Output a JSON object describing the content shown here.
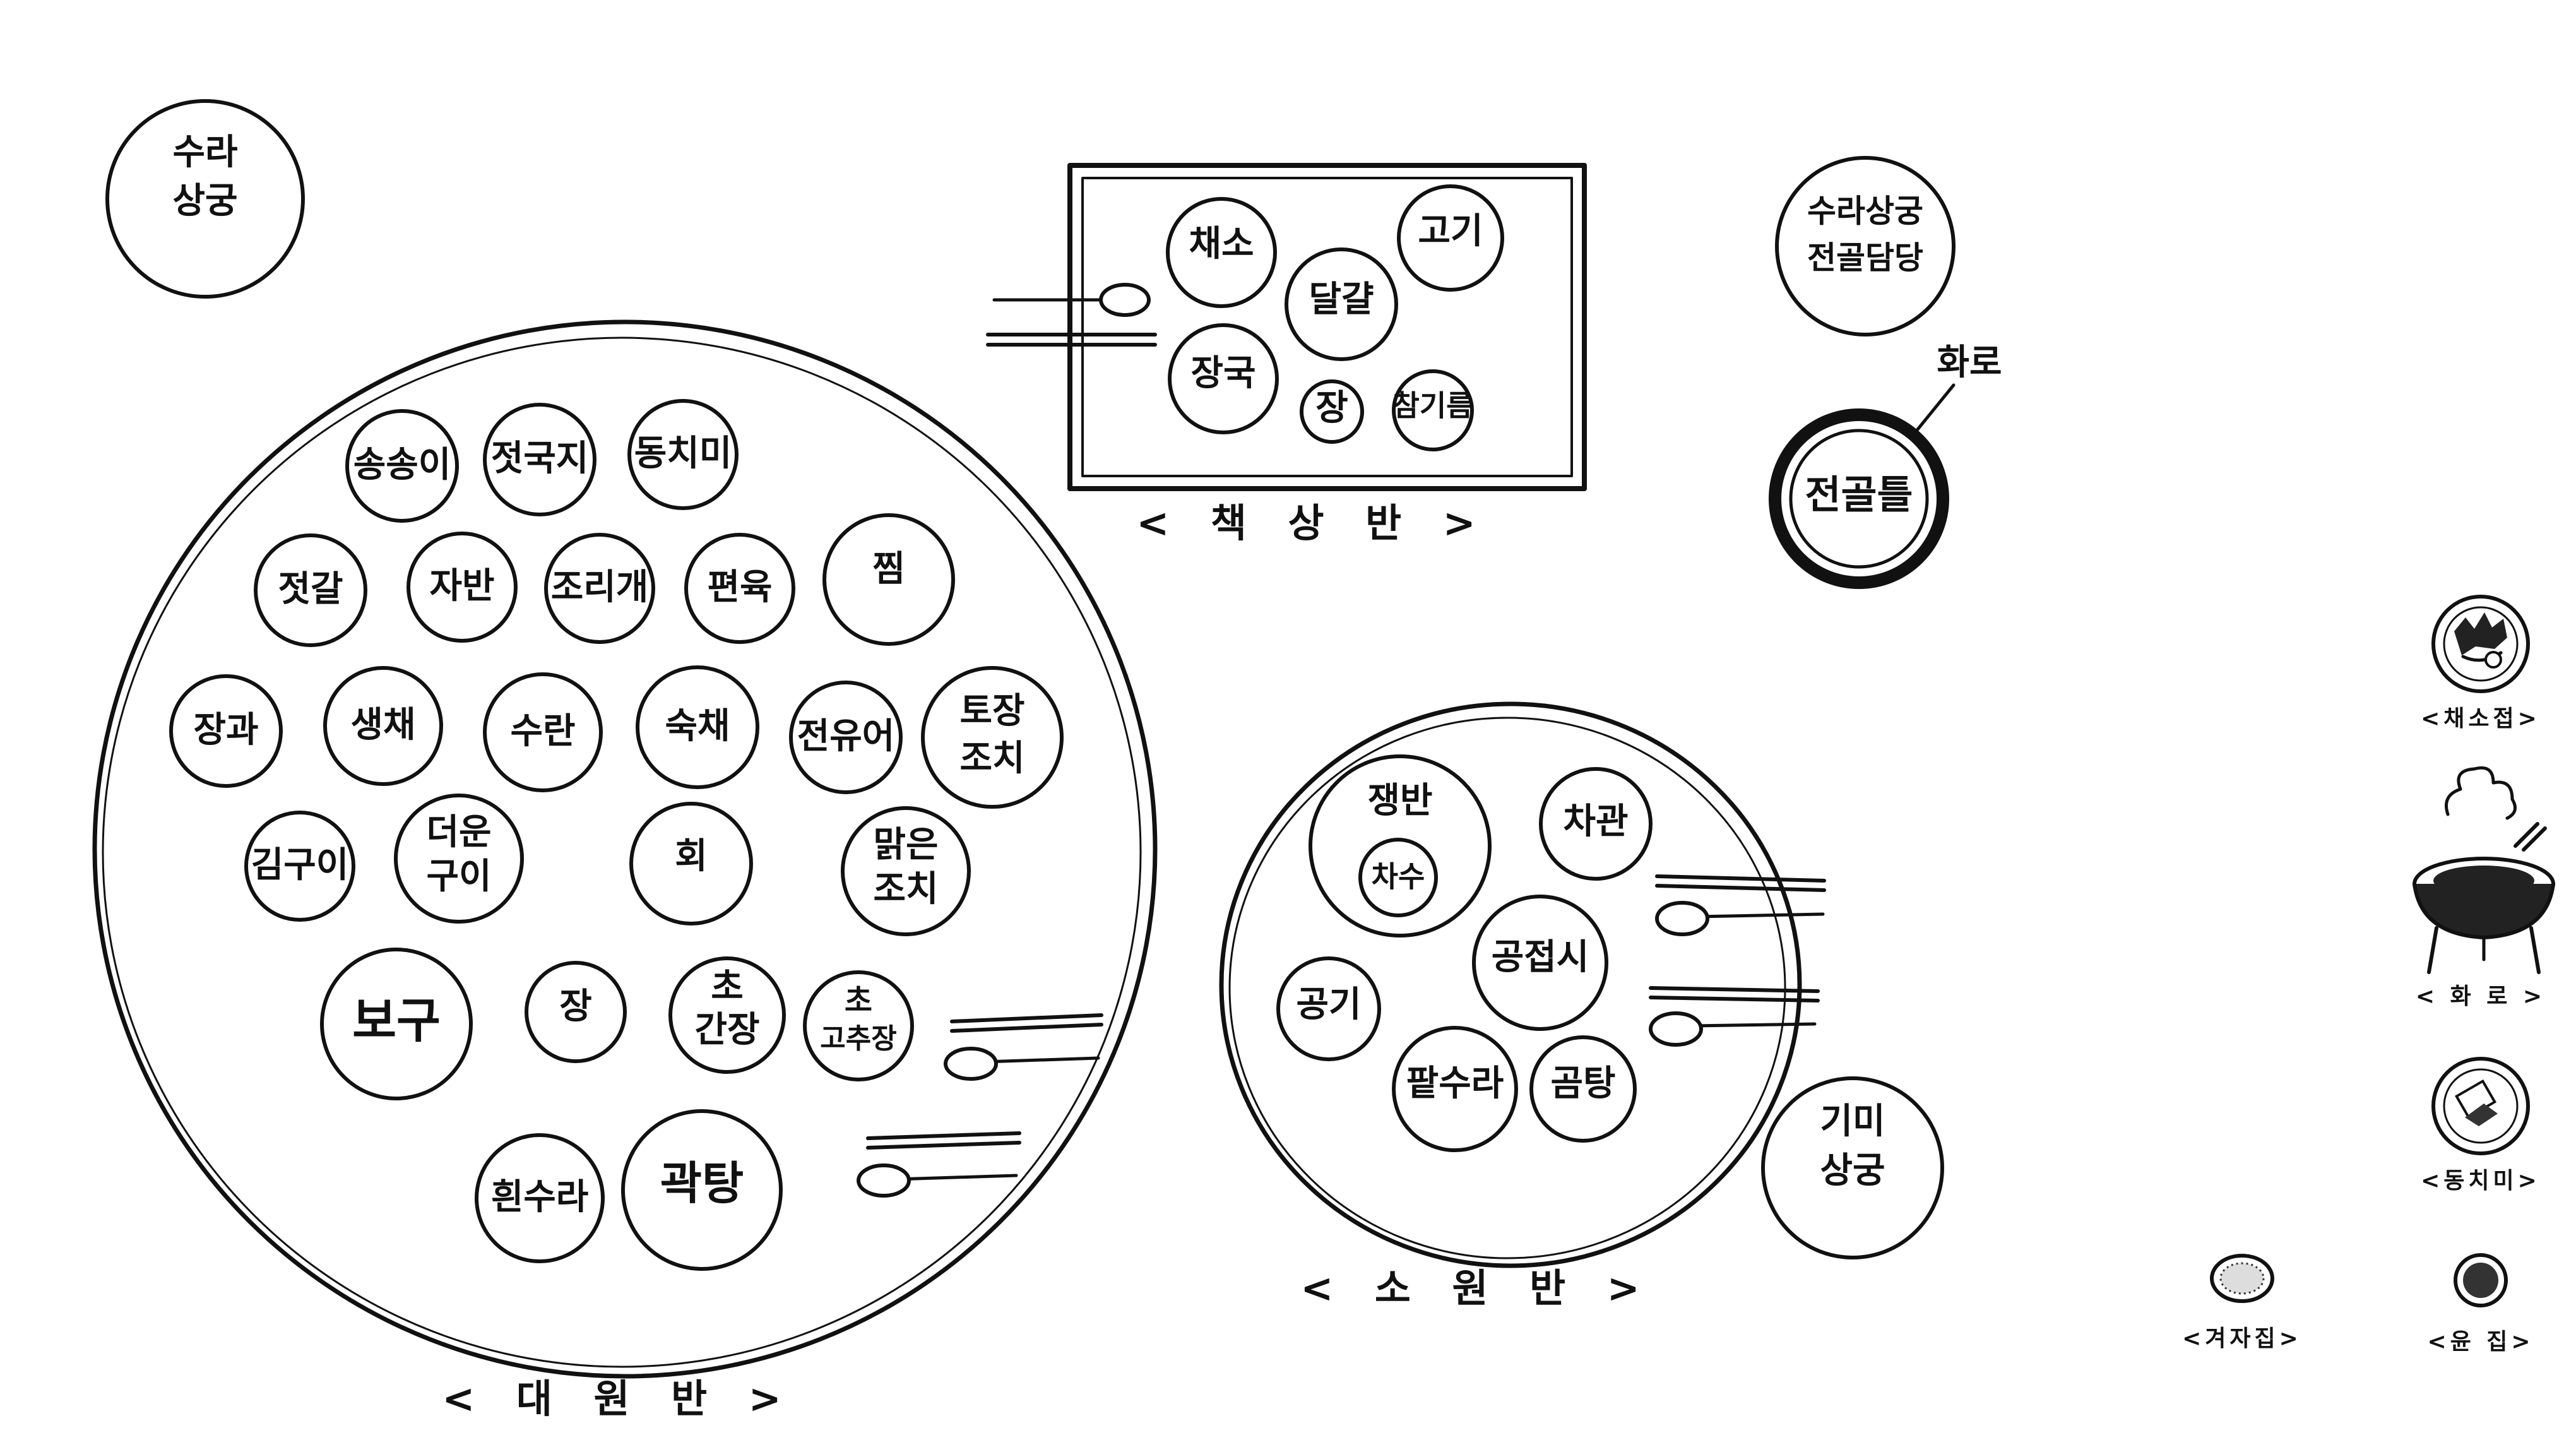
{
  "attendants": {
    "sura_sanggung": [
      "수라",
      "상궁"
    ],
    "jeongol_sanggung": [
      "수라상궁",
      "전골담당"
    ],
    "gimi_sanggung": [
      "기미",
      "상궁"
    ]
  },
  "daewonban": {
    "caption": "< 대 원 반 >",
    "dishes": [
      [
        "송송이"
      ],
      [
        "젓국지"
      ],
      [
        "동치미"
      ],
      [
        "젓갈"
      ],
      [
        "자반"
      ],
      [
        "조리개"
      ],
      [
        "편육"
      ],
      [
        "찜"
      ],
      [
        "장과"
      ],
      [
        "생채"
      ],
      [
        "수란"
      ],
      [
        "숙채"
      ],
      [
        "전유어"
      ],
      [
        "토장",
        "조치"
      ],
      [
        "김구이"
      ],
      [
        "더운",
        "구이"
      ],
      [
        "회"
      ],
      [
        "맑은",
        "조치"
      ],
      [
        "보구"
      ],
      [
        "장"
      ],
      [
        "초",
        "간장"
      ],
      [
        "초",
        "고추장"
      ],
      [
        "흰수라"
      ],
      [
        "곽탕"
      ]
    ]
  },
  "chaeksangban": {
    "caption": "< 책 상 반 >",
    "dishes": [
      [
        "채소"
      ],
      [
        "고기"
      ],
      [
        "달걀"
      ],
      [
        "장국"
      ],
      [
        "장"
      ],
      [
        "참기름"
      ]
    ]
  },
  "sowonban": {
    "caption": "< 소 원 반 >",
    "dishes": [
      [
        "쟁반"
      ],
      [
        "차수"
      ],
      [
        "차관"
      ],
      [
        "공접시"
      ],
      [
        "공기"
      ],
      [
        "팥수라"
      ],
      [
        "곰탕"
      ]
    ]
  },
  "jeongol": {
    "hwaro_label": "화로",
    "pot_label": "전골틀"
  },
  "legend": [
    {
      "label": "<채소접>",
      "icon": "vegetable-plate-icon"
    },
    {
      "label": "< 화 로 >",
      "icon": "brazier-icon"
    },
    {
      "label": "<동치미>",
      "icon": "dongchimi-bowl-icon"
    },
    {
      "label": "<겨자집>",
      "icon": "mustard-dish-icon"
    },
    {
      "label": "<윤 집>",
      "icon": "sauce-dish-icon"
    }
  ]
}
